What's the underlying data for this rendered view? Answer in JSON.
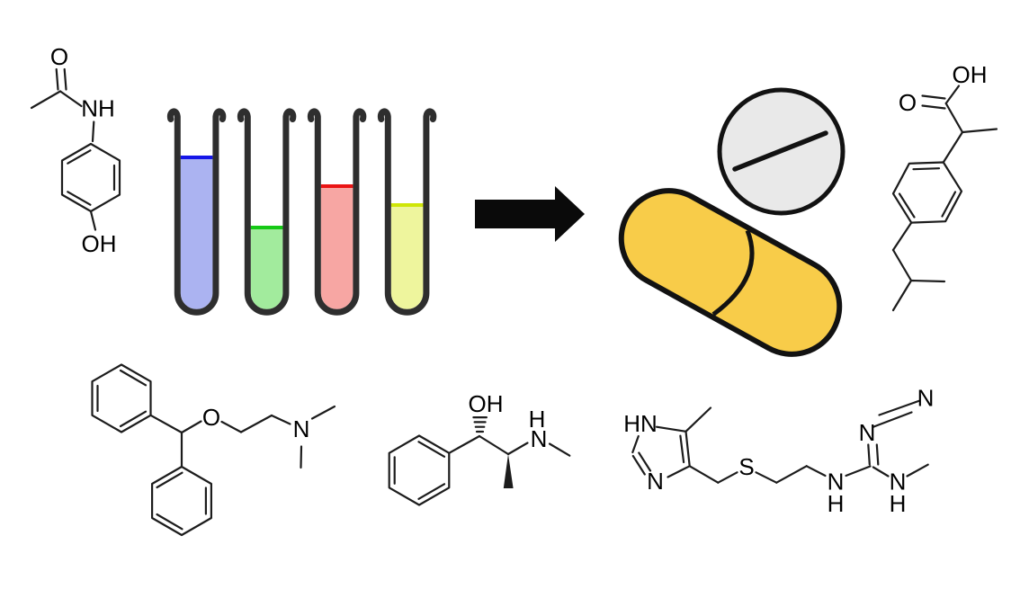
{
  "scene": {
    "background_color": "#ffffff",
    "bond_color": "#1c1c1c",
    "label_color": "#000000"
  },
  "molecules": {
    "top_left": {
      "atom_labels": {
        "carbonyl_o": "O",
        "amide_nh": "NH",
        "phenol_oh": "OH"
      }
    },
    "top_right": {
      "atom_labels": {
        "acid_oh": "OH",
        "carbonyl_o": "O"
      }
    },
    "bottom_left": {
      "atom_labels": {
        "ether_o": "O",
        "amine_n": "N"
      }
    },
    "bottom_middle": {
      "atom_labels": {
        "hydroxyl_oh": "OH",
        "amine_h": "H",
        "amine_n": "N"
      }
    },
    "bottom_right": {
      "atom_labels": {
        "imidazole_hn": "HN",
        "imidazole_n": "N",
        "thioether_s": "S",
        "chain_nh_n": "N",
        "chain_nh_h": "H",
        "imine_n": "N",
        "nitrile_n": "N",
        "methylamine_n": "N",
        "methylamine_h": "H"
      }
    }
  },
  "test_tubes": {
    "glass_color": "#2e2e2e",
    "items": [
      {
        "liquid": "blue",
        "liquid_color": "#abb3f1",
        "surface_color": "#1616e8",
        "fill_percent": 83
      },
      {
        "liquid": "green",
        "liquid_color": "#a2eb9d",
        "surface_color": "#16c916",
        "fill_percent": 45
      },
      {
        "liquid": "red",
        "liquid_color": "#f7a6a3",
        "surface_color": "#ea1414",
        "fill_percent": 67
      },
      {
        "liquid": "yellow",
        "liquid_color": "#eef59d",
        "surface_color": "#cfe607",
        "fill_percent": 57
      }
    ]
  },
  "arrow": {
    "direction": "right",
    "fill_color": "#0a0a0a"
  },
  "pills": {
    "tablet": {
      "fill_color": "#e9e9e9",
      "outline_color": "#121212",
      "has_score_line": true
    },
    "capsule": {
      "fill_color": "#f8cc49",
      "outline_color": "#121212"
    }
  }
}
